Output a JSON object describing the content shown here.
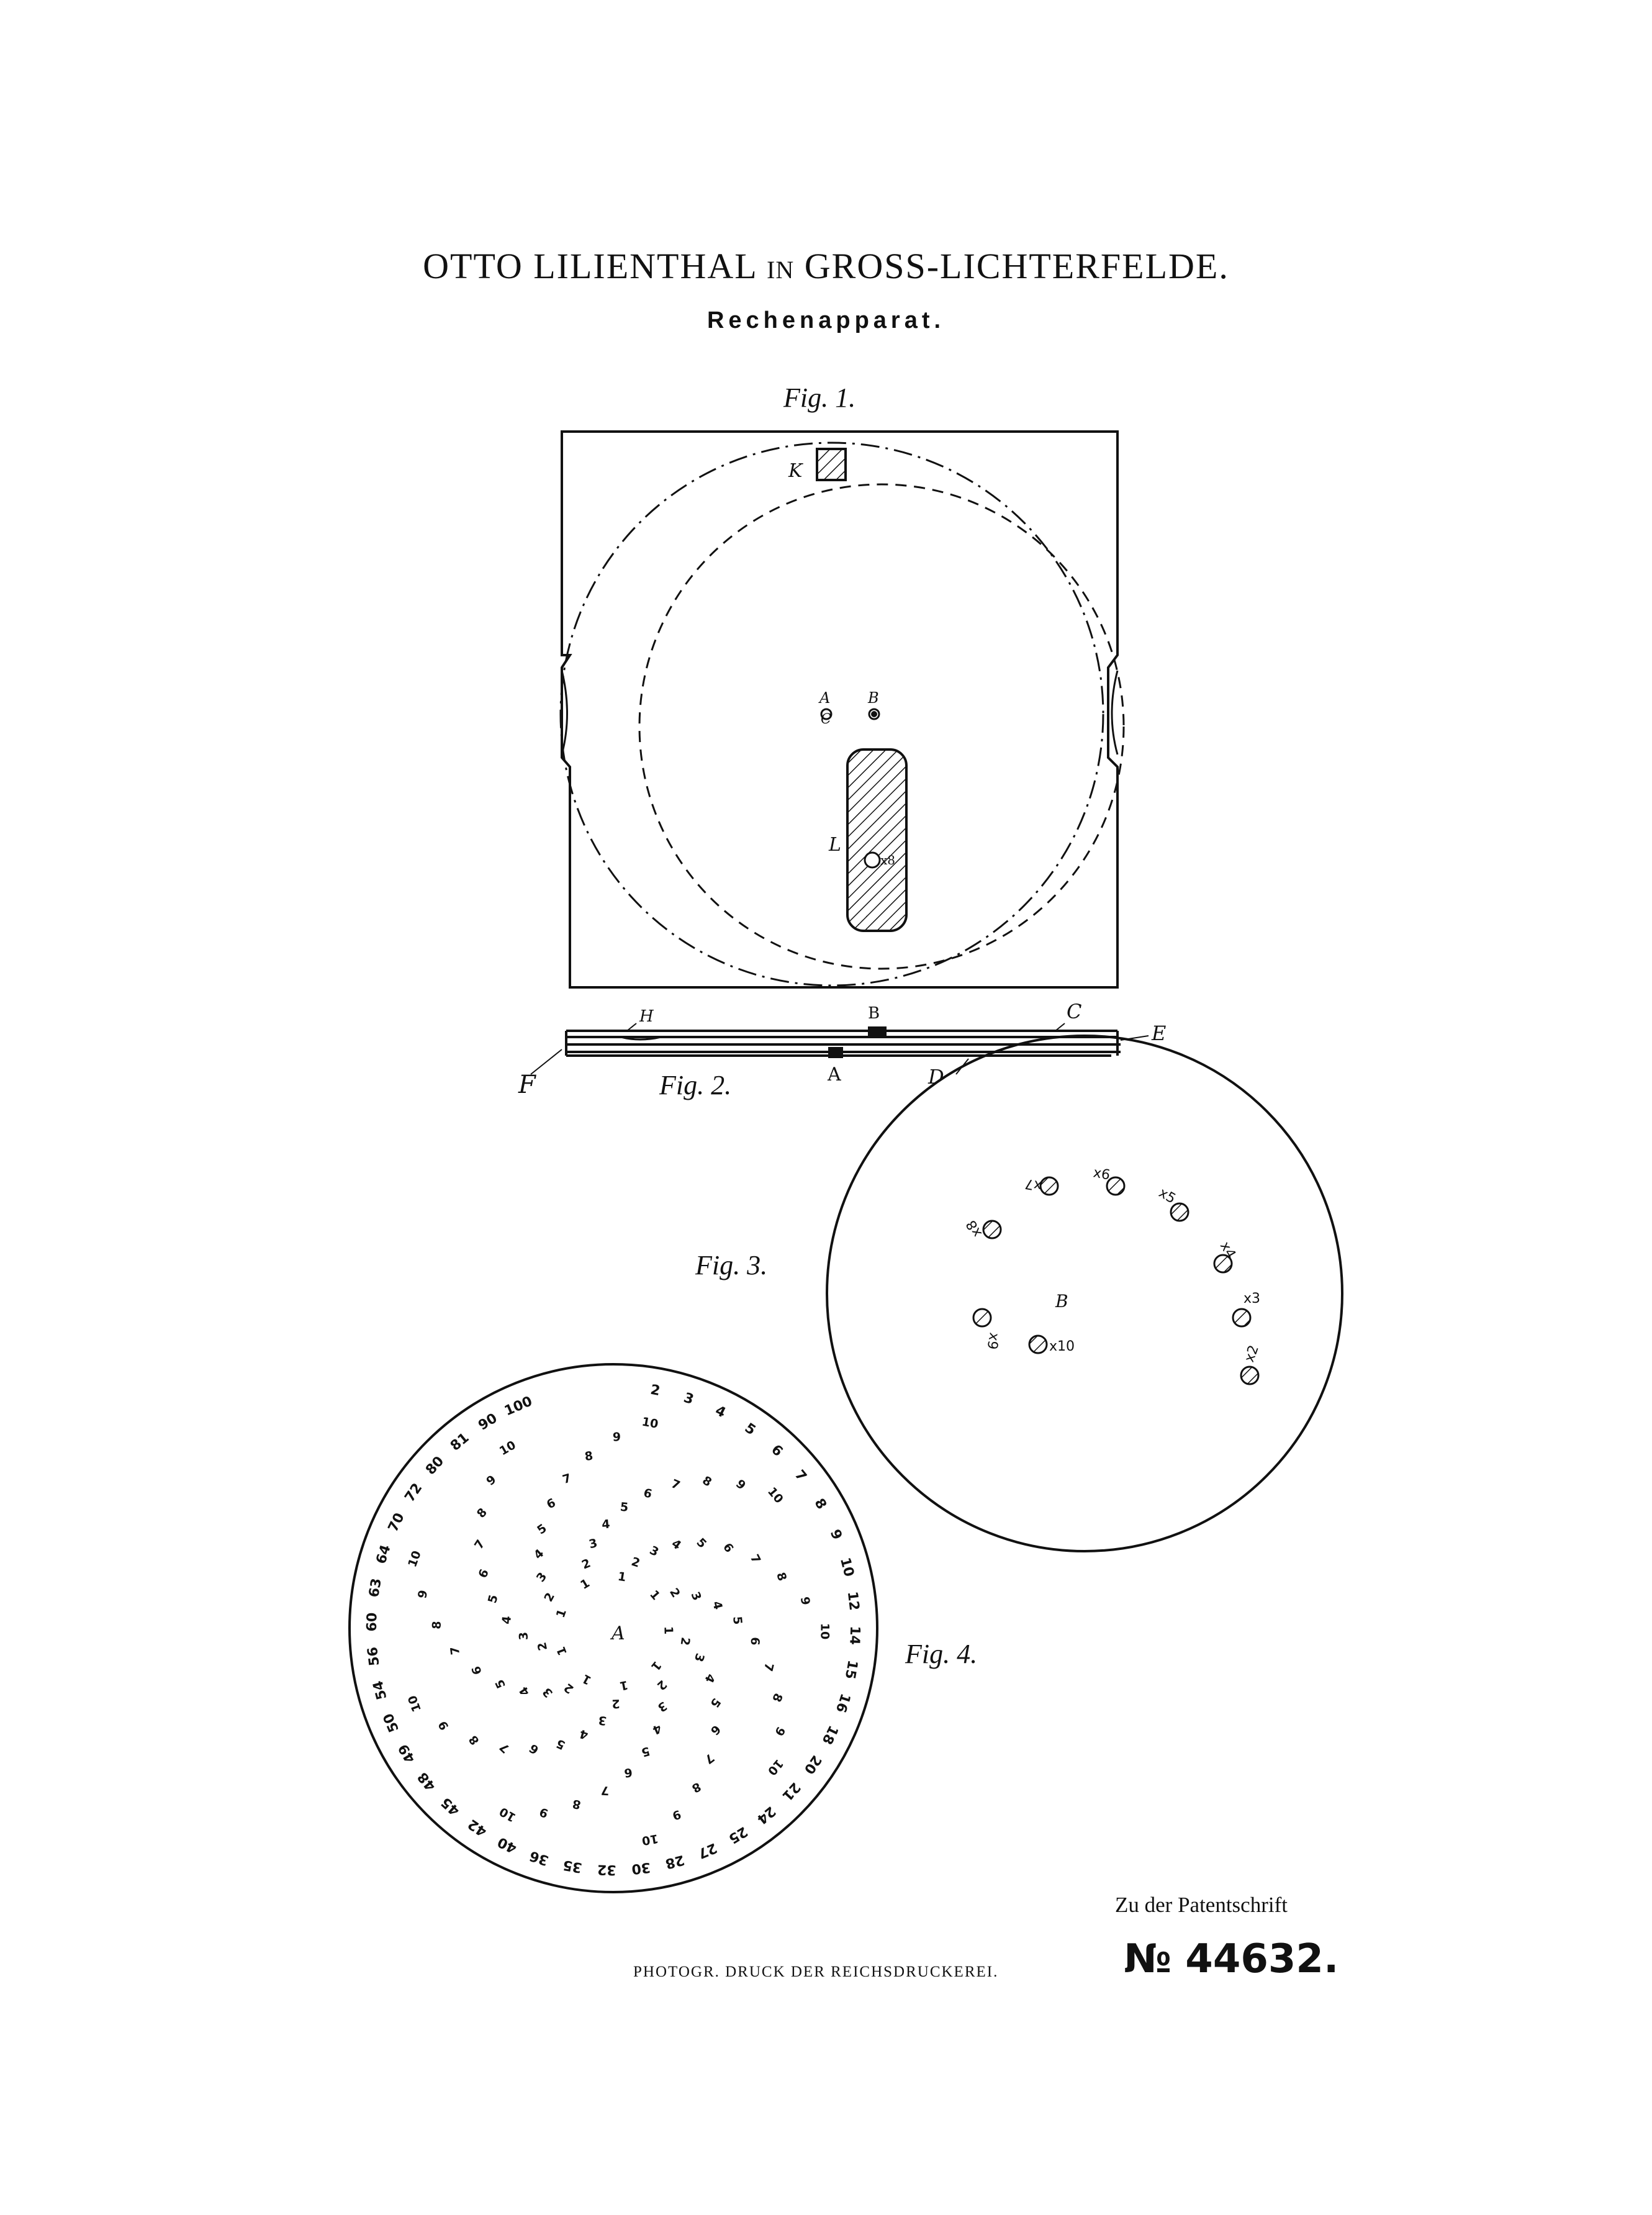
{
  "header": {
    "inventor_first": "OTTO LILIENTHAL",
    "in_word": "IN",
    "place": "GROSS-LICHTERFELDE.",
    "title": "Rechenapparat."
  },
  "figures": {
    "fig1_label": "Fig. 1.",
    "fig2_label": "Fig. 2.",
    "fig3_label": "Fig. 3.",
    "fig4_label": "Fig. 4."
  },
  "fig1_letters": {
    "k": "K",
    "a": "A",
    "b": "B",
    "c": "C",
    "l": "L"
  },
  "fig2_letters": {
    "a": "A",
    "b": "B",
    "c": "C",
    "d": "D",
    "e": "E",
    "f": "F",
    "h": "H"
  },
  "fig3": {
    "center_letter": "B",
    "holes": [
      "x2",
      "x3",
      "x4",
      "x5",
      "x6",
      "x7",
      "x8",
      "x9",
      "x10"
    ]
  },
  "fig4": {
    "center_letter": "A",
    "rim_numbers": [
      "2",
      "3",
      "4",
      "5",
      "6",
      "7",
      "8",
      "9",
      "10",
      "12",
      "14",
      "15",
      "16",
      "18",
      "20",
      "21",
      "24",
      "25",
      "27",
      "28",
      "30",
      "32",
      "35",
      "36",
      "40",
      "42",
      "45",
      "48",
      "49",
      "50",
      "54",
      "56",
      "60",
      "63",
      "64",
      "70",
      "72",
      "80",
      "81",
      "90",
      "100"
    ]
  },
  "footer": {
    "printer": "PHOTOGR. DRUCK DER REICHSDRUCKEREI.",
    "zu_der": "Zu der Patentschrift",
    "patent_no": "№ 44632."
  },
  "colors": {
    "ink": "#111111",
    "paper": "#ffffff"
  }
}
